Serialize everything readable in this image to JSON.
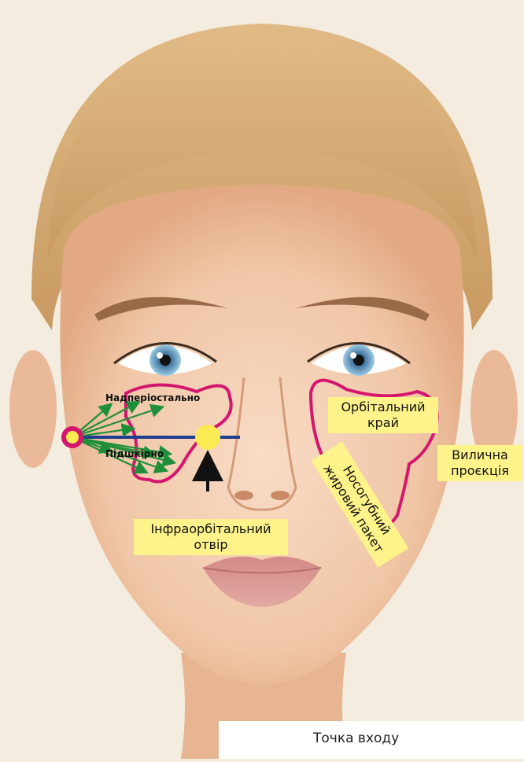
{
  "labels": {
    "supraperiosteal": "Надперіостально",
    "subcutaneous": "Підшкірно",
    "orbital_rim": [
      "Орбітальний",
      "край"
    ],
    "zygomatic": [
      "Вилична",
      "проєкція"
    ],
    "nasolabial": [
      "Носогубний",
      "жировий пакет"
    ],
    "infraorbital": [
      "Інфраорбітальний",
      "отвір"
    ]
  },
  "legend": {
    "entry_point": "Точка входу"
  },
  "colors": {
    "magenta": "#d4176e",
    "arrow_green": "#1f8f3a",
    "line_blue": "#1e3f8f",
    "label_yellow": "#fdf38a",
    "foramen_yellow": "#fbea52"
  }
}
